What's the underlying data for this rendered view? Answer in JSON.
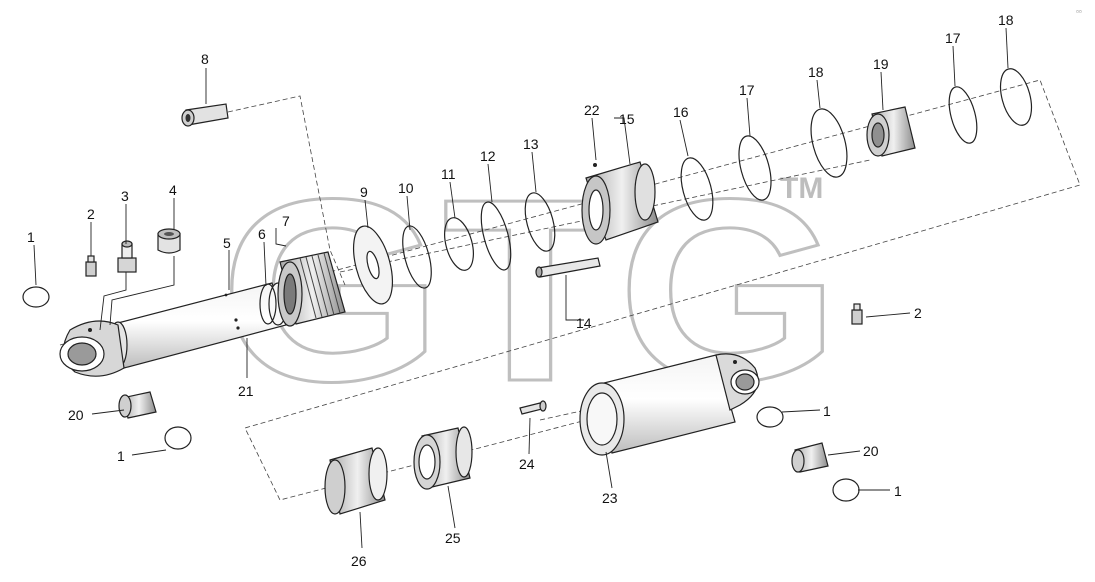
{
  "watermark": {
    "text": "GTG",
    "trademark": "TM"
  },
  "labels": {
    "p1a": "1",
    "p2a": "2",
    "p3": "3",
    "p4": "4",
    "p5": "5",
    "p6": "6",
    "p7": "7",
    "p8": "8",
    "p9": "9",
    "p10": "10",
    "p11": "11",
    "p12": "12",
    "p13": "13",
    "p14": "14",
    "p15": "15",
    "p16": "16",
    "p17a": "17",
    "p18a": "18",
    "p19": "19",
    "p17b": "17",
    "p18b": "18",
    "p20a": "20",
    "p1b": "1",
    "p21": "21",
    "p22": "22",
    "p2b": "2",
    "p1c": "1",
    "p20b": "20",
    "p1d": "1",
    "p24": "24",
    "p23": "23",
    "p25": "25",
    "p26": "26"
  },
  "colors": {
    "line": "#222222",
    "watermark": "#bfbfbf",
    "shade": "#cfcfcf"
  }
}
